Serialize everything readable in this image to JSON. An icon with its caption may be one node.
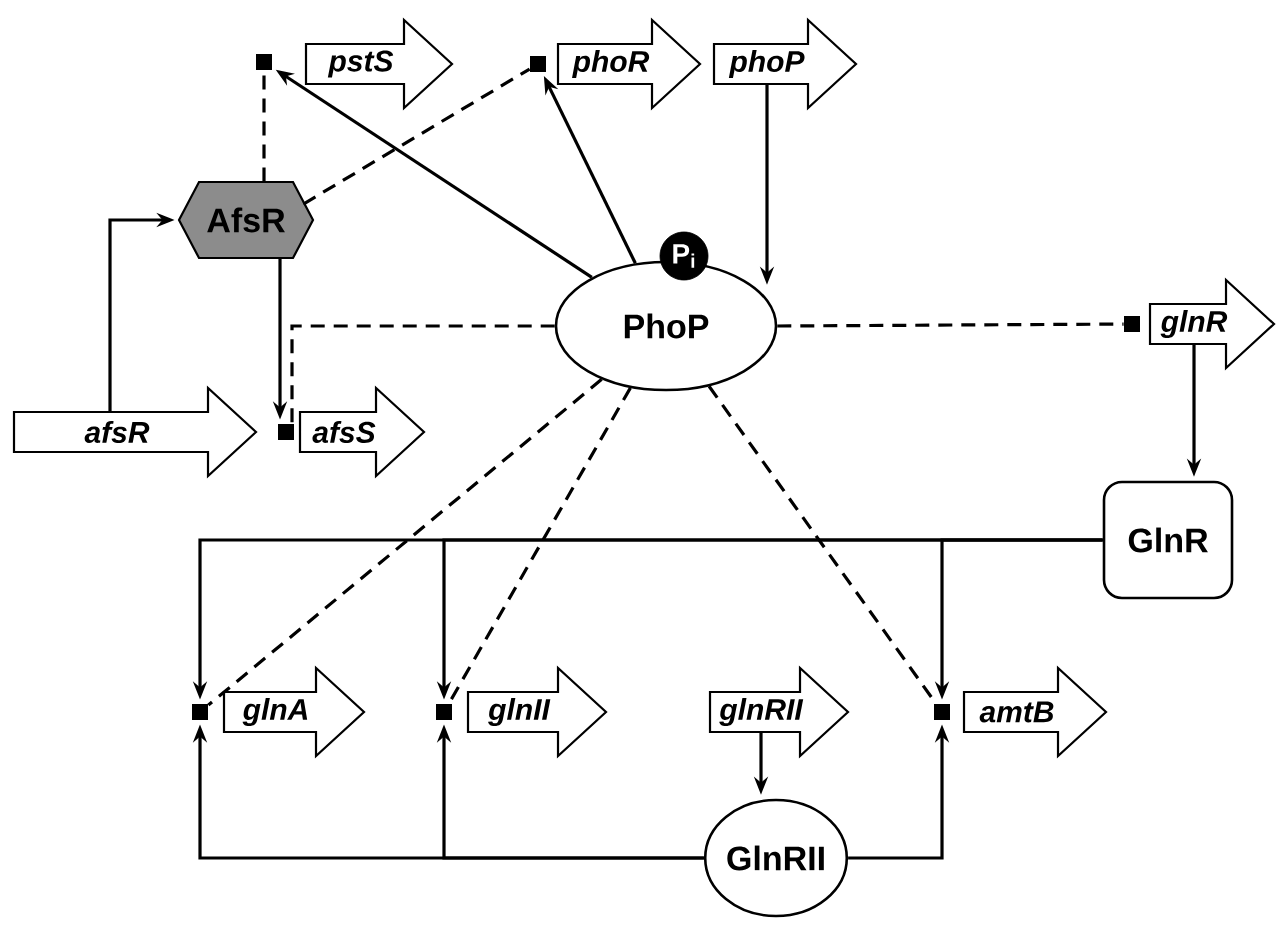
{
  "diagram": {
    "nodes": [
      {
        "text": [],
        "shape": "box"
      },
      {
        "text": [
          "pstS"
        ]
      },
      {
        "text": [],
        "shape": "box"
      },
      {
        "text": [
          "phoR"
        ]
      },
      {
        "text": [
          "phoP"
        ]
      },
      {
        "text": [
          "AfsR"
        ]
      },
      {
        "text": [
          "P$_{i}$"
        ]
      },
      {
        "text": [
          "PhoP"
        ]
      },
      {
        "text": [
          "afsR"
        ]
      },
      {
        "text": [],
        "shape": "box"
      },
      {
        "text": [
          "afsS"
        ]
      },
      {
        "text": [],
        "shape": "box"
      },
      {
        "text": [
          "glnR"
        ]
      },
      {
        "text": [
          "GlnR"
        ]
      },
      {
        "text": [],
        "shape": "box"
      },
      {
        "text": [
          "glnA"
        ]
      },
      {
        "text": [],
        "shape": "box"
      },
      {
        "text": [
          "glnII"
        ]
      },
      {
        "text": [
          "glnRII"
        ]
      },
      {
        "text": [],
        "shape": "box"
      },
      {
        "text": [
          "amtB"
        ]
      },
      {
        "text": [
          "GlnRII"
        ]
      }
    ],
    "edges": [
      {
        "from": 7,
        "to": 0,
        "arrow": "to"
      },
      {
        "from": 7,
        "to": 2,
        "arrow": "to"
      },
      {
        "from": 4,
        "to": 7,
        "arrow": "to"
      },
      {
        "from": 5,
        "to": 0,
        "arrow": "none",
        "style": "dashed"
      },
      {
        "from": 5,
        "to": 2,
        "arrow": "none",
        "style": "dashed"
      },
      {
        "from": 8,
        "to": 5,
        "arrow": "to"
      },
      {
        "from": 5,
        "to": 9,
        "arrow": "to"
      },
      {
        "from": 7,
        "to": 9,
        "arrow": "none",
        "style": "dashed"
      },
      {
        "from": 7,
        "to": 11,
        "arrow": "none",
        "style": "dashed"
      },
      {
        "from": 12,
        "to": 13,
        "arrow": "to"
      },
      {
        "from": 7,
        "to": 14,
        "arrow": "none",
        "style": "dashed"
      },
      {
        "from": 7,
        "to": 16,
        "arrow": "none",
        "style": "dashed"
      },
      {
        "from": 7,
        "to": 19,
        "arrow": "none",
        "style": "dashed"
      },
      {
        "from": 13,
        "to": 14,
        "arrow": "to"
      },
      {
        "from": 13,
        "to": 16,
        "arrow": "to"
      },
      {
        "from": 13,
        "to": 19,
        "arrow": "to"
      },
      {
        "from": 18,
        "to": 21,
        "arrow": "to"
      },
      {
        "from": 21,
        "to": 14,
        "arrow": "to"
      },
      {
        "from": 21,
        "to": 16,
        "arrow": "to"
      },
      {
        "from": 21,
        "to": 19,
        "arrow": "to"
      }
    ]
  }
}
